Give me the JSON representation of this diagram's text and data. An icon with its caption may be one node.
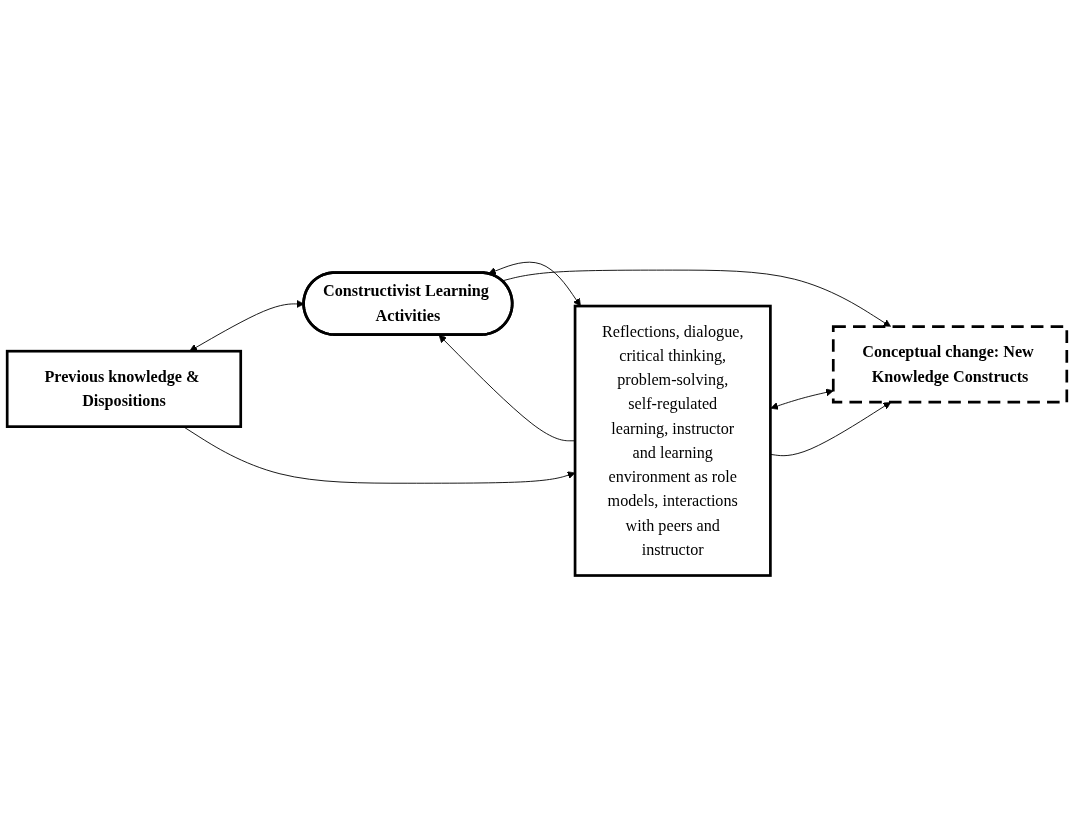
{
  "diagram": {
    "nodes": [
      {
        "text": [
          "Previous knowledge & Dispositions"
        ]
      },
      {
        "text": [
          "Constructivist Learning Activities"
        ]
      },
      {
        "text": [
          "Reflections, dialogue, critical thinking, problem-solving, self-regulated learning, instructor and learning environment as role models, interactions with peers and instructor"
        ]
      },
      {
        "text": [
          "Conceptual change: New Knowledge Constructs"
        ]
      }
    ],
    "edges": [
      {
        "from": 0,
        "to": 1,
        "arrow": "both"
      },
      {
        "from": 1,
        "to": 2,
        "arrow": "both"
      },
      {
        "from": 2,
        "to": 3,
        "arrow": "both"
      },
      {
        "from": 0,
        "to": 2,
        "arrow": "to"
      },
      {
        "from": 1,
        "to": 3,
        "arrow": "to"
      },
      {
        "from": 2,
        "to": 1,
        "arrow": "to"
      },
      {
        "from": 2,
        "to": 3,
        "arrow": "to"
      }
    ]
  }
}
